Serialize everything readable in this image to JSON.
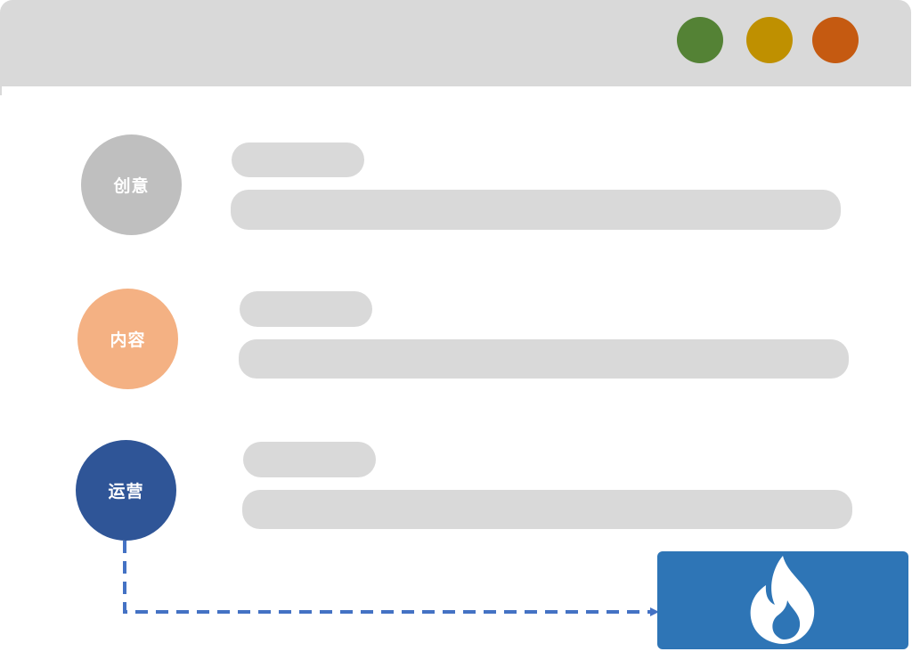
{
  "window": {
    "dots": [
      {
        "name": "green",
        "color": "#548235"
      },
      {
        "name": "yellow",
        "color": "#bf9000"
      },
      {
        "name": "orange",
        "color": "#c55a11"
      }
    ]
  },
  "steps": [
    {
      "label": "创意",
      "color": "#bfbfbf"
    },
    {
      "label": "内容",
      "color": "#f4b183"
    },
    {
      "label": "运营",
      "color": "#2f5597"
    }
  ],
  "placeholder_bar_color": "#d9d9d9",
  "connector": {
    "color": "#4472c4",
    "style": "dashed"
  },
  "target": {
    "icon": "flame-icon",
    "color": "#2e75b6"
  }
}
